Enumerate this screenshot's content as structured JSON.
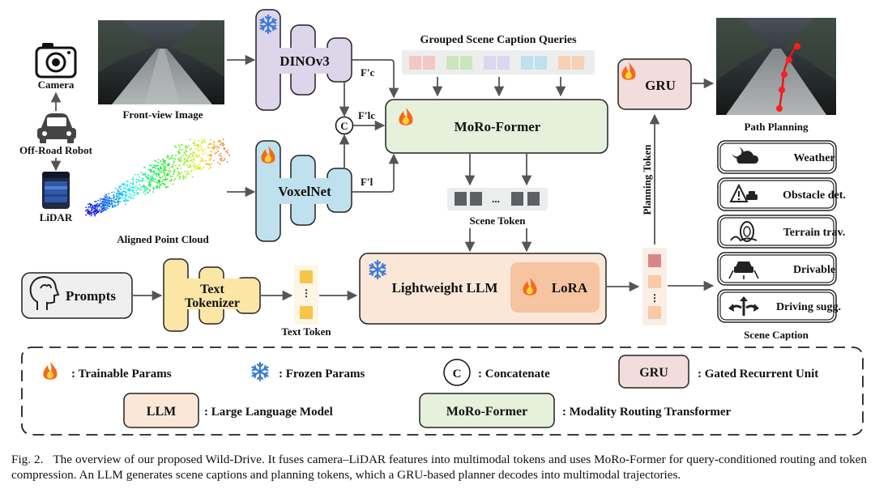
{
  "inputs": {
    "camera": "Camera",
    "robot": "Off-Road Robot",
    "lidar": "LiDAR",
    "front_view": "Front-view Image",
    "point_cloud": "Aligned Point Cloud"
  },
  "encoders": {
    "dino": "DINOv3",
    "voxel": "VoxelNet",
    "f_c": "F′c",
    "f_lc": "F′lc",
    "f_l": "F′l",
    "concat_symbol": "C"
  },
  "queries": {
    "title": "Grouped Scene Caption Queries",
    "colors": [
      "#f4c7c7",
      "#c9e6bd",
      "#dcd6ee",
      "#bfe0ee",
      "#f8d0b4"
    ]
  },
  "moro": {
    "label": "MoRo-Former"
  },
  "scene_token": {
    "label": "Scene Token",
    "ellipsis": "..."
  },
  "prompts": {
    "label": "Prompts",
    "tokenizer_line1": "Text",
    "tokenizer_line2": "Tokenizer",
    "text_token": "Text Token"
  },
  "llm": {
    "label": "Lightweight LLM",
    "lora": "LoRA"
  },
  "planning": {
    "token_label": "Planning Token",
    "gru": "GRU",
    "path": "Path Planning"
  },
  "scene_caption": {
    "title": "Scene Caption",
    "items": [
      "Weather",
      "Obstacle det.",
      "Terrain trav.",
      "Drivable",
      "Driving sugg."
    ]
  },
  "legend": {
    "trainable": ": Trainable Params",
    "frozen": ": Frozen Params",
    "concat_symbol": "C",
    "concat": ": Concatenate",
    "gru_box": "GRU",
    "gru": ": Gated Recurrent Unit",
    "llm_box": "LLM",
    "llm": ": Large Language Model",
    "moro_box": "MoRo-Former",
    "moro": ": Modality Routing Transformer"
  },
  "caption": {
    "fig_number": "Fig. 2.",
    "text": "The overview of our proposed Wild-Drive. It fuses camera–LiDAR features into multimodal tokens and uses MoRo-Former for query-conditioned routing and token compression. An LLM generates scene captions and planning tokens, which a GRU-based planner decodes into multimodal trajectories."
  },
  "colors": {
    "frozen_encoder": "#ddd5ea",
    "trainable_encoder": "#bfe1ee",
    "moro_fill": "#e6f0da",
    "llm_fill": "#fbe7d8",
    "lora_fill": "#f6c4a0",
    "gru_fill": "#f2dcdc",
    "tokenizer_fill": "#fbe6a6",
    "text_token_fill": "#f6c54a"
  }
}
